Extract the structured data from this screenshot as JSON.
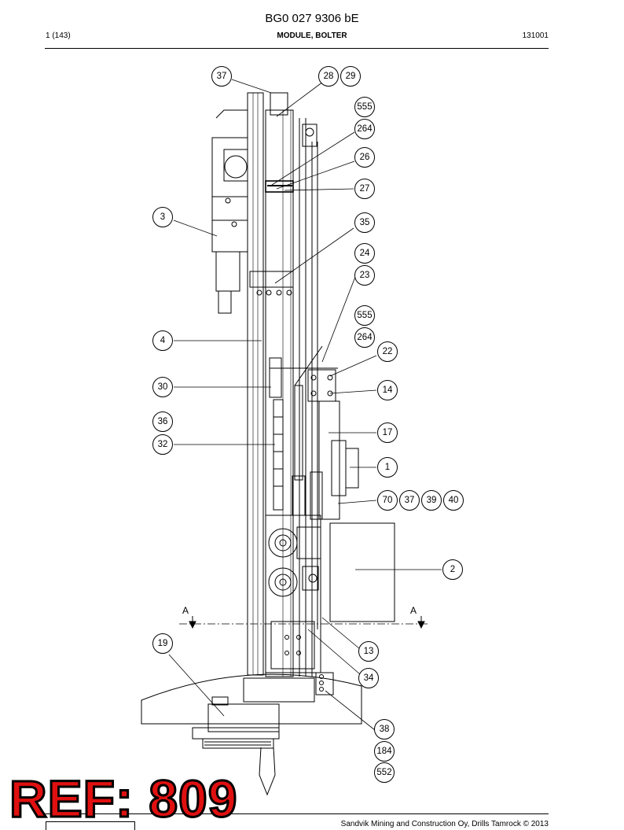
{
  "header": {
    "doc_number": "BG0 027 9306 bE",
    "page": "1 (143)",
    "module": "MODULE, BOLTER",
    "code": "131001"
  },
  "callouts": [
    "37",
    "28",
    "29",
    "555",
    "264",
    "26",
    "27",
    "3",
    "35",
    "24",
    "23",
    "555",
    "264",
    "22",
    "4",
    "30",
    "14",
    "36",
    "32",
    "17",
    "1",
    "70",
    "37",
    "39",
    "40",
    "2",
    "13",
    "19",
    "34",
    "38",
    "184",
    "552"
  ],
  "section_marks": [
    "A",
    "A"
  ],
  "stamp": "REF: 809",
  "footer": {
    "copyright": "Sandvik Mining and Construction Oy, Drills Tamrock © 2013"
  }
}
